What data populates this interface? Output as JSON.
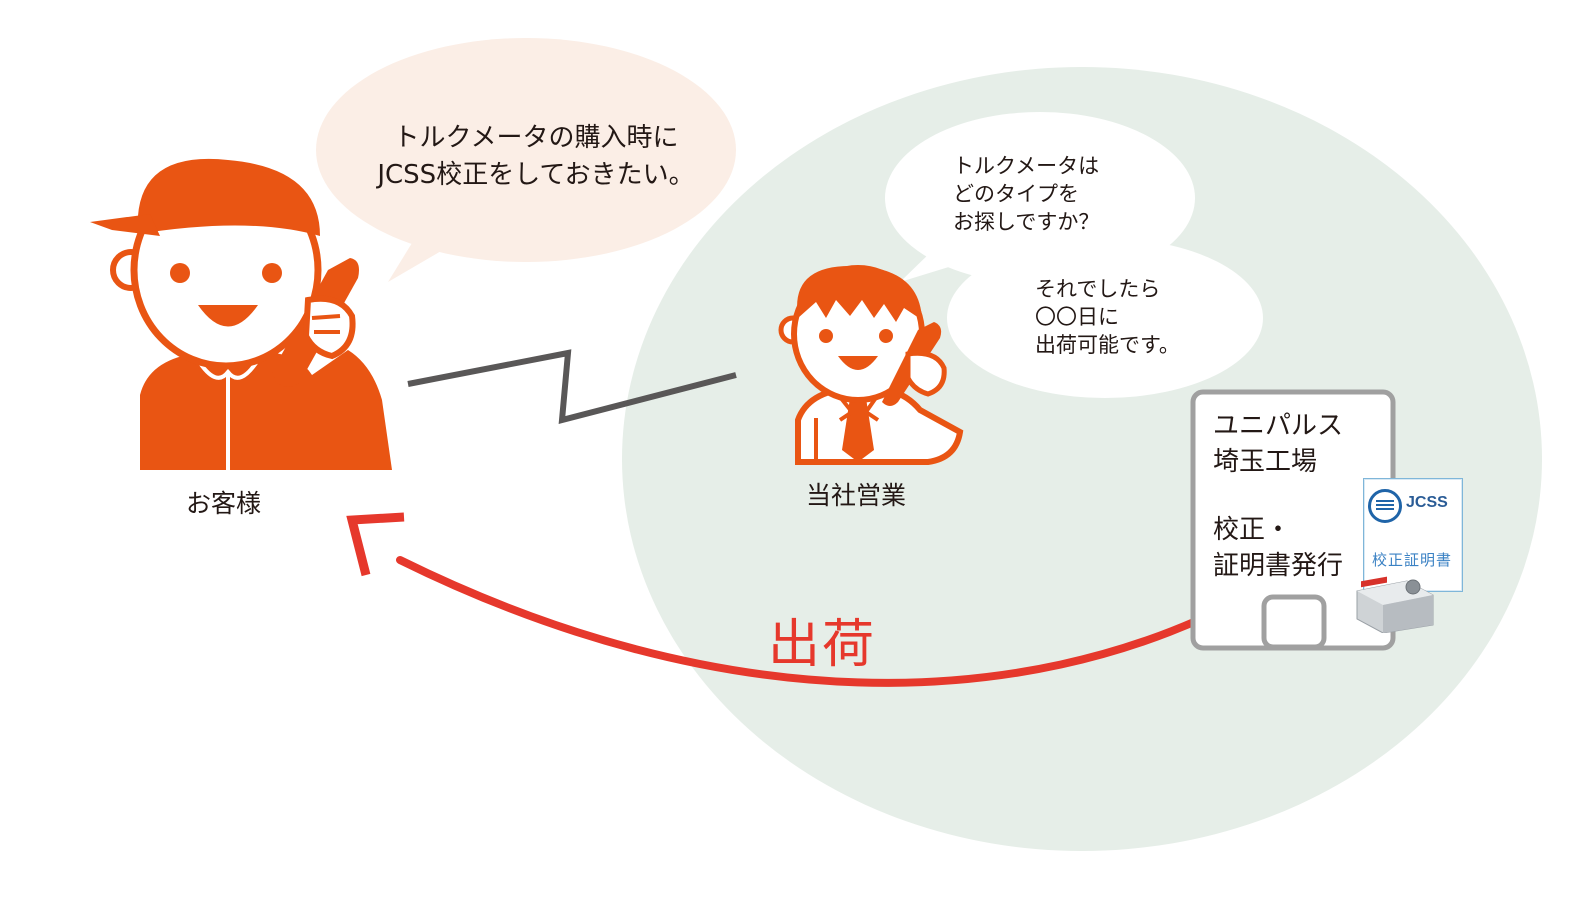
{
  "customer": {
    "speech_lines": [
      "トルクメータの購入時に",
      "JCSS校正をしておきたい。"
    ],
    "label": "お客様"
  },
  "sales": {
    "question_lines": [
      "トルクメータは",
      "どのタイプを",
      "お探しですか？"
    ],
    "answer_lines": [
      "それでしたら",
      "〇〇日に",
      "出荷可能です。"
    ],
    "label": "当社営業"
  },
  "factory": {
    "name_lines": [
      "ユニパルス",
      "埼玉工場"
    ],
    "service_lines": [
      "校正・",
      "証明書発行"
    ]
  },
  "certificate": {
    "brand": "JCSS",
    "title": "校正証明書"
  },
  "shipping": {
    "label": "出荷"
  },
  "colors": {
    "person_orange": "#e95513",
    "bubble_customer": "#fbeee6",
    "sales_area": "#e6eee8",
    "phone_line": "#595757",
    "arrow_red": "#e6382c",
    "factory_border": "#a0a0a0"
  }
}
